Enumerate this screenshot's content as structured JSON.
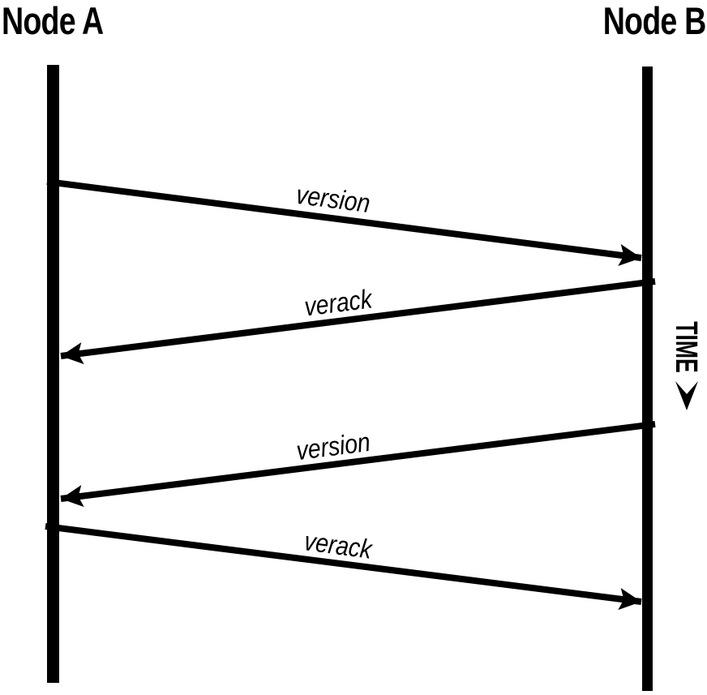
{
  "page": {
    "background_color": "#ffffff",
    "foreground_color": "#000000"
  },
  "actors": [
    {
      "name": "Node A"
    },
    {
      "name": "Node B"
    }
  ],
  "time_axis": {
    "label": "TIME",
    "direction": "down"
  },
  "messages": [
    {
      "label": "version",
      "from": "Node A",
      "to": "Node B"
    },
    {
      "label": "verack",
      "from": "Node B",
      "to": "Node A"
    },
    {
      "label": "version",
      "from": "Node B",
      "to": "Node A"
    },
    {
      "label": "verack",
      "from": "Node A",
      "to": "Node B"
    }
  ]
}
